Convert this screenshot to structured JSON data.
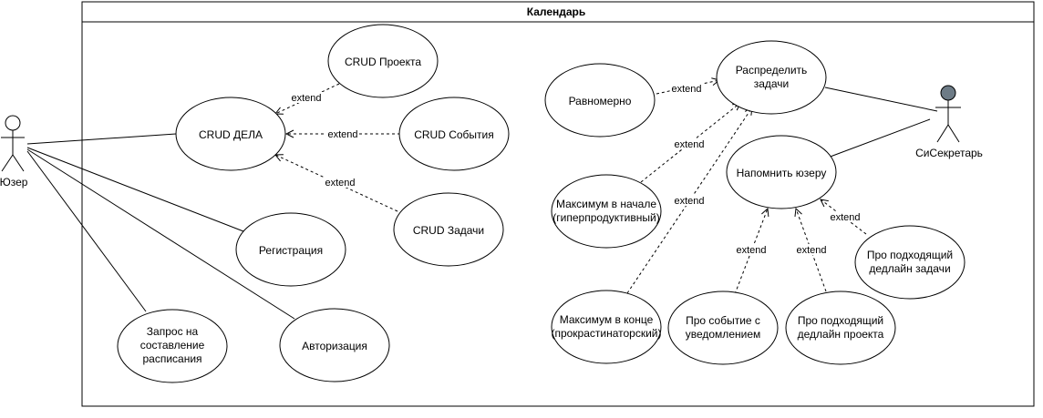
{
  "system": {
    "title": "Календарь"
  },
  "actors": {
    "user": {
      "name": "Юзер"
    },
    "secretary": {
      "name": "СиСекретарь"
    }
  },
  "use_cases": {
    "crud_project": "CRUD Проекта",
    "crud_deal": "CRUD ДЕЛА",
    "crud_events": "CRUD События",
    "crud_tasks": "CRUD Задачи",
    "registration": "Регистрация",
    "schedule_request": [
      "Запрос на",
      "составление",
      "расписания"
    ],
    "authorization": "Авторизация",
    "evenly": "Равномерно",
    "distribute_tasks": [
      "Распределить",
      "задачи"
    ],
    "remind_user": "Напомнить юзеру",
    "max_start": [
      "Максимум в начале",
      "(гиперпродуктивный)"
    ],
    "max_end": [
      "Максимум в конце",
      "(прокрастинаторский)"
    ],
    "event_notification": [
      "Про событие с",
      "уведомлением"
    ],
    "project_deadline": [
      "Про подходящий",
      "дедлайн проекта"
    ],
    "task_deadline": [
      "Про подходящий",
      "дедлайн задачи"
    ]
  },
  "relations": {
    "extend_label": "extend"
  },
  "colors": {
    "line": "#000000",
    "background": "#ffffff",
    "secretary_head": "#6d7b86"
  }
}
